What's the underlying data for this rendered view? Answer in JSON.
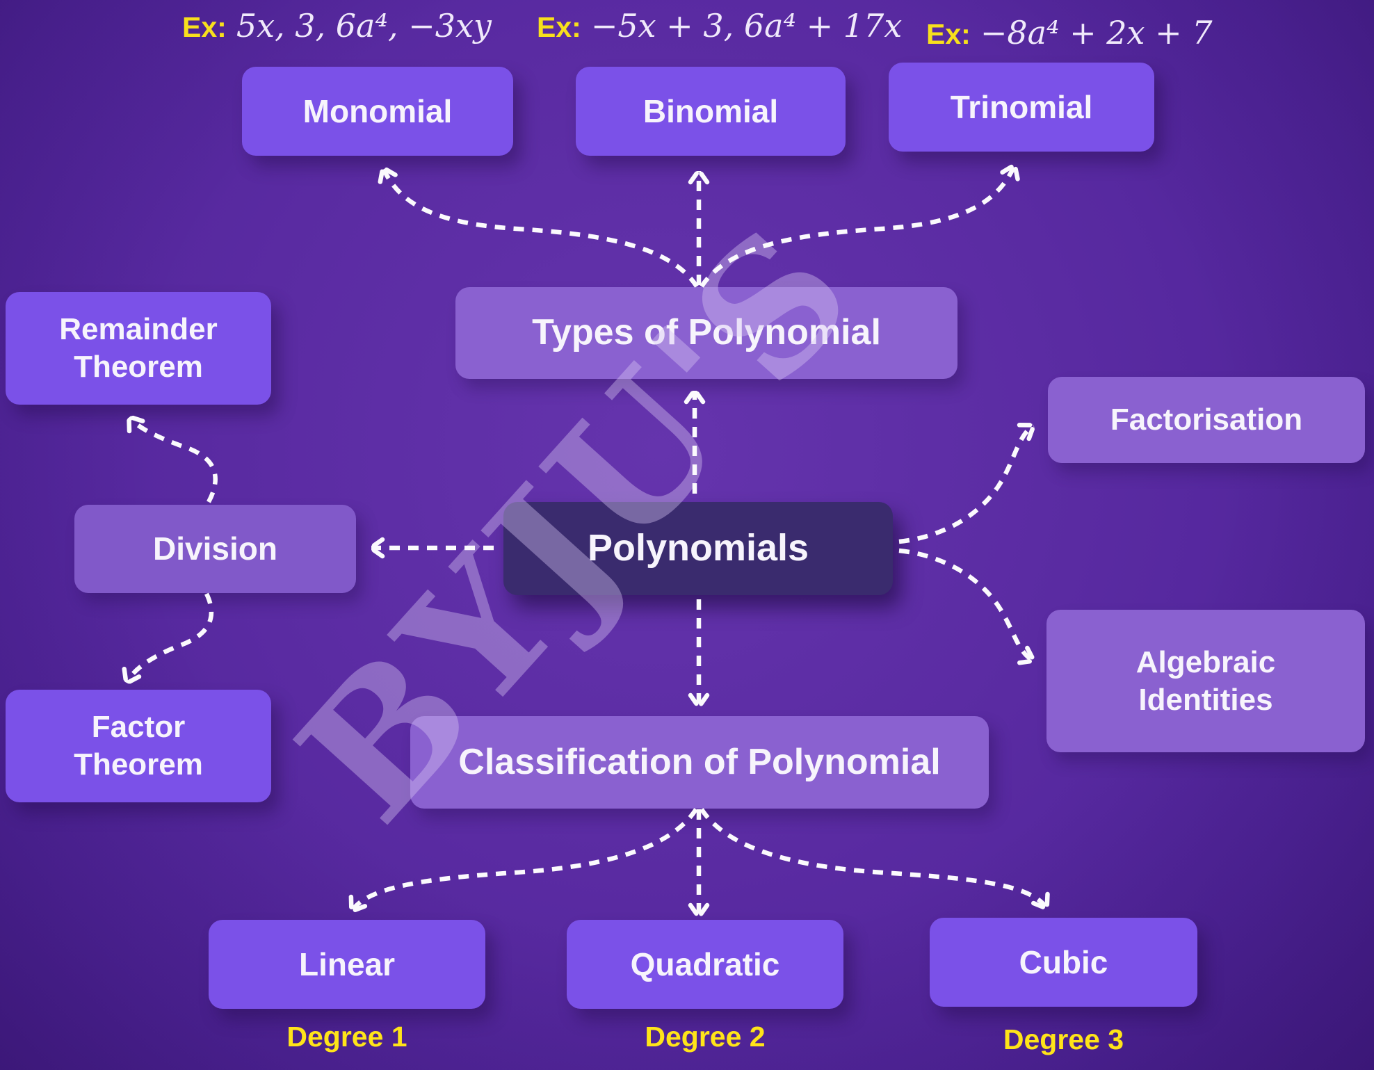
{
  "watermark": {
    "text": "BYJU'S"
  },
  "examples": [
    {
      "prefix": "Ex:",
      "expr": "5x, 3, 6a⁴, −3xy"
    },
    {
      "prefix": "Ex:",
      "expr": "−5x + 3, 6a⁴ + 17x"
    },
    {
      "prefix": "Ex:",
      "expr": "−8a⁴ + 2x + 7"
    }
  ],
  "nodes": {
    "monomial": {
      "label": "Monomial"
    },
    "binomial": {
      "label": "Binomial"
    },
    "trinomial": {
      "label": "Trinomial"
    },
    "types_of_polynomial": {
      "label": "Types of Polynomial"
    },
    "polynomials": {
      "label": "Polynomials"
    },
    "remainder_theorem": {
      "label": "Remainder Theorem"
    },
    "division": {
      "label": "Division"
    },
    "factor_theorem": {
      "label": "Factor Theorem"
    },
    "factorisation": {
      "label": "Factorisation"
    },
    "algebraic_identities": {
      "label": "Algebraic Identities"
    },
    "classification_of_polynomial": {
      "label": "Classification of Polynomial"
    },
    "linear": {
      "label": "Linear",
      "degree_label": "Degree 1"
    },
    "quadratic": {
      "label": "Quadratic",
      "degree_label": "Degree 2"
    },
    "cubic": {
      "label": "Cubic",
      "degree_label": "Degree 3"
    }
  },
  "colors": {
    "background": "#5a2ba2",
    "node_bright": "#7b51e8",
    "node_muted": "#8a61d0",
    "node_root": "#3a2b6e",
    "arrow": "#fbfafd",
    "example_prefix": "#f8e01c",
    "degree_label": "#ffe419",
    "text": "#f7f4fc",
    "watermark": "#d6c6f3"
  }
}
